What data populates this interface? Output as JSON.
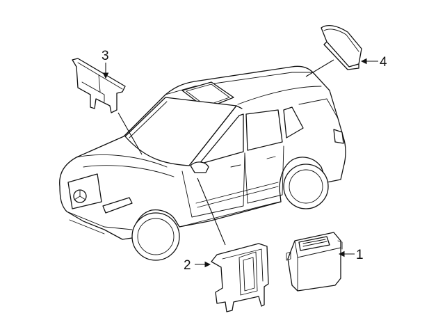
{
  "callouts": [
    {
      "id": "1",
      "label": "1",
      "part": "control-module"
    },
    {
      "id": "2",
      "label": "2",
      "part": "mounting-bracket"
    },
    {
      "id": "3",
      "label": "3",
      "part": "windshield-sensor-bracket"
    },
    {
      "id": "4",
      "label": "4",
      "part": "roof-antenna"
    }
  ],
  "colors": {
    "line": "#111111",
    "background": "#ffffff"
  }
}
